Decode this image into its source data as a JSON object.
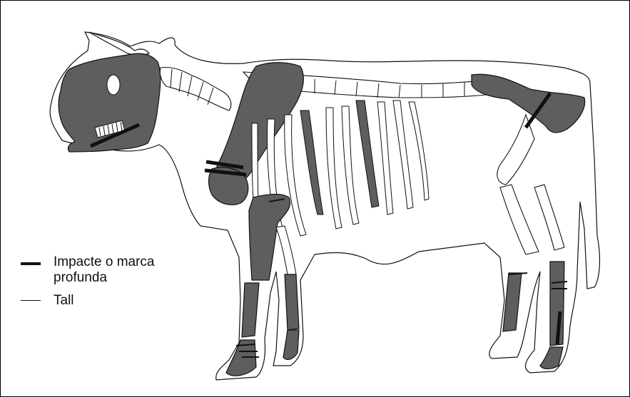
{
  "legend": {
    "items": [
      {
        "label": "Impacte o marca profunda",
        "style": "thick"
      },
      {
        "label": "Tall",
        "style": "thin"
      }
    ]
  },
  "colors": {
    "bone_marked": "#5e5e5e",
    "outline": "#111111",
    "background": "#ffffff"
  }
}
